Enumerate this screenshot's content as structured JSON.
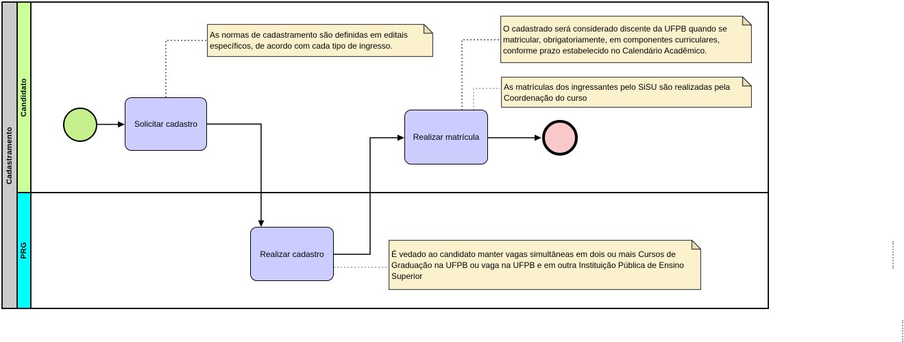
{
  "diagram": {
    "pool": {
      "label": "Cadastramento"
    },
    "lanes": [
      {
        "label": "Candidato",
        "color": "#ccff99"
      },
      {
        "label": "PRG",
        "color": "#00ffff"
      }
    ],
    "tasks": [
      {
        "label": "Solicitar cadastro"
      },
      {
        "label": "Realizar matrícula"
      },
      {
        "label": "Realizar cadastro"
      }
    ],
    "events": [
      {
        "type": "start",
        "color": "#c6ef8e"
      },
      {
        "type": "end",
        "color": "#f9c9c9"
      }
    ],
    "annotations": [
      {
        "text": "As normas de cadastramento são definidas em editais específicos, de acordo com cada tipo de ingresso."
      },
      {
        "text": "O cadastrado será considerado discente da UFPB quando se matricular, obrigatoriamente, em componentes curriculares, conforme prazo estabelecido no Calendário Acadêmico."
      },
      {
        "text": "As matrículas dos ingressantes pelo SiSU são realizadas pela Coordenação do curso"
      },
      {
        "text": "É vedado ao candidato manter vagas simultâneas em dois ou mais Cursos de Graduação na UFPB ou vaga na UFPB e em outra Instituição Pública de Ensino Superior"
      }
    ],
    "colors": {
      "task_fill": "#ccccff",
      "note_fill": "#fcf1cd",
      "note_fold": "#ebdfb6",
      "pool_header": "#cbcbcb",
      "lane_candidato": "#ccff99",
      "lane_prg": "#00ffff",
      "start_event_fill": "#c6ef8e",
      "end_event_fill": "#f9c9c9",
      "line": "#141414"
    }
  }
}
